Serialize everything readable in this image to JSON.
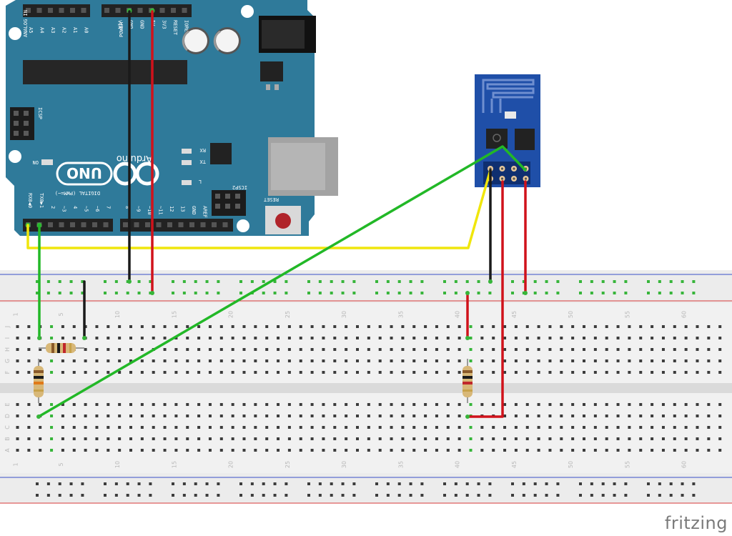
{
  "arduino": {
    "analog_header": "ANALOG IN",
    "analog_pins": [
      "A5",
      "A4",
      "A3",
      "A2",
      "A1",
      "A0"
    ],
    "power_header": "POWER",
    "power_pins": [
      "VIN",
      "GND",
      "GND",
      "5V",
      "3V3",
      "RESET",
      "IOREF"
    ],
    "icsp_label": "ICSP",
    "icsp2_label": "ICSP2",
    "on_label": "ON",
    "brand_text": "Arduino",
    "model_text": "UNO",
    "tx_label": "TX",
    "rx_label": "RX",
    "l_label": "L",
    "digital_header": "DIGITAL (PWM=~)",
    "rx0_label": "RX0◀0",
    "tx1_label": "TX0▶1",
    "digital_pins": [
      "2",
      "~3",
      "4",
      "~5",
      "~6",
      "7",
      "8",
      "~9",
      "~10",
      "~11",
      "12",
      "13",
      "GND",
      "AREF"
    ],
    "reset_label": "RESET"
  },
  "breadboard": {
    "column_numbers": [
      "1",
      "5",
      "10",
      "15",
      "20",
      "25",
      "30",
      "35",
      "40",
      "45",
      "50",
      "55",
      "60"
    ],
    "row_letters_top": [
      "J",
      "I",
      "H",
      "G",
      "F"
    ],
    "row_letters_bottom": [
      "E",
      "D",
      "C",
      "B",
      "A"
    ]
  },
  "colors": {
    "arduino_board": "#2f7a9a",
    "esp_board": "#1f4fa8",
    "wire_black": "#1a1a1a",
    "wire_red": "#d0121b",
    "wire_green": "#22b827",
    "wire_yellow": "#f0e60c",
    "breadboard": "#e9e9e9",
    "rail_red": "#d93a3a",
    "rail_blue": "#3a4fc9"
  },
  "footer": {
    "brand": "fritzing"
  }
}
